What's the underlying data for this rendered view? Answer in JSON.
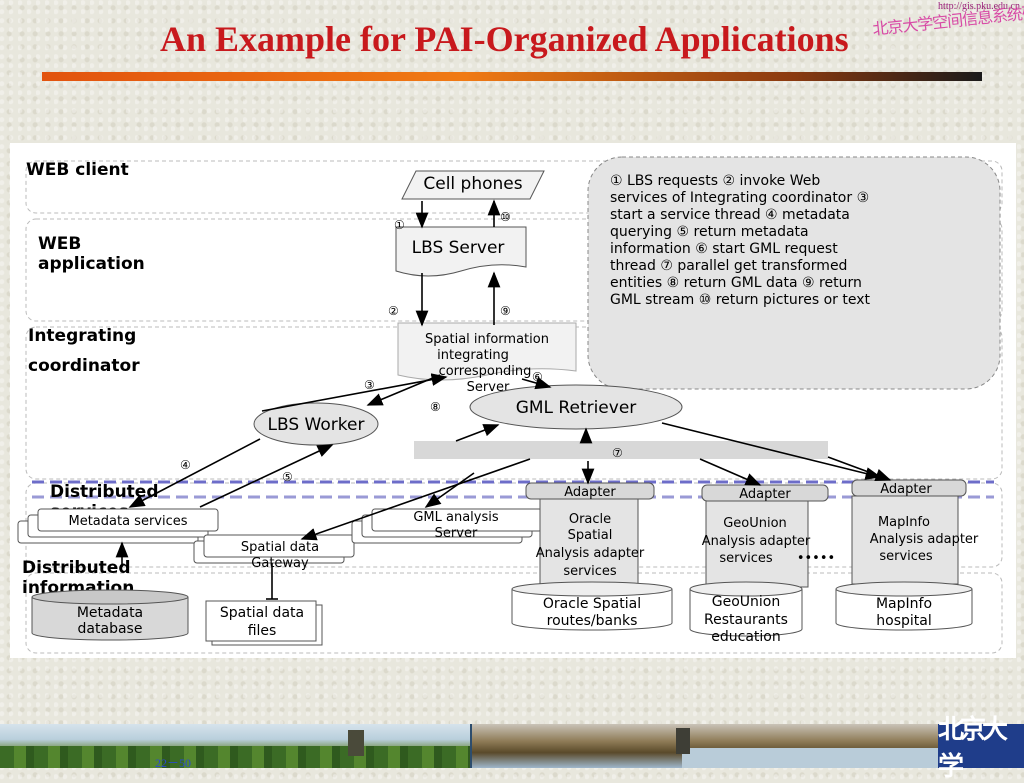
{
  "slide": {
    "title": "An Example for PAI-Organized Applications",
    "url": "http://gis.pku.edu.cn",
    "logo_text": "北京大学空间信息系统研究室",
    "footer_logo": "北京大学",
    "page_number": "22－50"
  },
  "diagram": {
    "layers": {
      "web_client": "WEB client",
      "web_app_1": "WEB",
      "web_app_2": "application",
      "coord_1": "Integrating",
      "coord_2": "coordinator",
      "dist_services": "Distributed",
      "dist_services_2": "services",
      "dist_info_1": "Distributed",
      "dist_info_2": "information"
    },
    "nodes": {
      "cell_phones": "Cell phones",
      "lbs_server": "LBS Server",
      "spatial_server_1": "Spatial information",
      "spatial_server_2": "integrating",
      "spatial_server_3": "corresponding",
      "spatial_server_4": "Server",
      "lbs_worker": "LBS Worker",
      "gml_retriever": "GML Retriever",
      "metadata_services": "Metadata services",
      "spatial_gateway_1": "Spatial data",
      "spatial_gateway_2": "Gateway",
      "gml_analysis_1": "GML analysis",
      "gml_analysis_2": "Server",
      "metadata_db_1": "Metadata",
      "metadata_db_2": "database",
      "spatial_files_1": "Spatial data",
      "spatial_files_2": "files",
      "adapter": "Adapter",
      "oracle_svc_1": "Oracle",
      "oracle_svc_2": "Spatial",
      "oracle_svc_3": "Analysis adapter",
      "oracle_svc_4": "services",
      "geounion_svc_1": "GeoUnion",
      "geounion_svc_2": "Analysis adapter",
      "geounion_svc_3": "services",
      "ellipsis": "•••••",
      "mapinfo_svc_1": "MapInfo",
      "mapinfo_svc_2": "Analysis adapter",
      "mapinfo_svc_3": "services",
      "oracle_db_1": "Oracle Spatial",
      "oracle_db_2": "routes/banks",
      "geounion_db_1": "GeoUnion",
      "geounion_db_2": "Restaurants",
      "geounion_db_3": "education",
      "mapinfo_db_1": "MapInfo",
      "mapinfo_db_2": "hospital"
    },
    "steps": {
      "s1": "①",
      "s2": "②",
      "s3": "③",
      "s4": "④",
      "s5": "⑤",
      "s6": "⑥",
      "s7": "⑦",
      "s8": "⑧",
      "s9": "⑨",
      "s10": "⑩"
    },
    "legend_lines": [
      "① LBS requests   ② invoke Web",
      "services of  Integrating coordinator  ③",
      "start a service  thread   ④  metadata",
      "querying  ⑤ return metadata",
      "information ⑥ start GML request",
      "thread  ⑦ parallel get  transformed",
      "entities ⑧ return  GML data ⑨ return",
      "GML stream ⑩ return  pictures or text"
    ]
  }
}
